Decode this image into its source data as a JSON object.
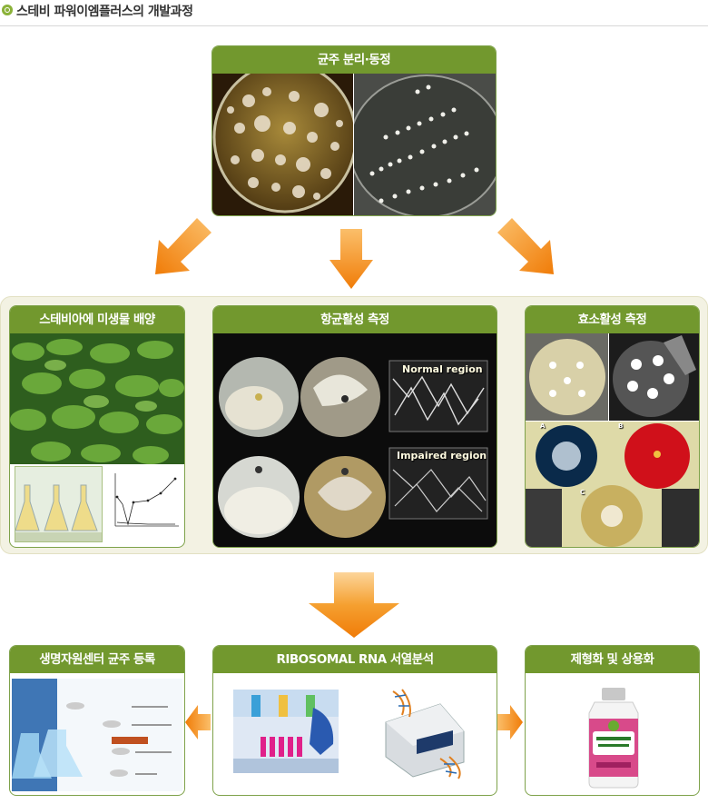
{
  "page_title": "스테비 파워이엠플러스의 개발과정",
  "nodes": {
    "isolation": "균주 분리·동정",
    "cultivation": "스테비아에 미생물 배양",
    "antifungal": "항균활성 측정",
    "enzyme": "효소활성 측정",
    "registration": "생명자원센터 균주 등록",
    "rrna": "RIBOSOMAL RNA 서열분석",
    "product": "제형화 및 상용화"
  },
  "labels": {
    "normal_region": "Normal region",
    "impaired_region": "Impaired region",
    "plate_a": "A",
    "plate_b": "B",
    "plate_c": "C"
  },
  "colors": {
    "header_green": "#72982e",
    "arrow_orange": "#f08a10",
    "band_bg": "#f3f2e3"
  }
}
